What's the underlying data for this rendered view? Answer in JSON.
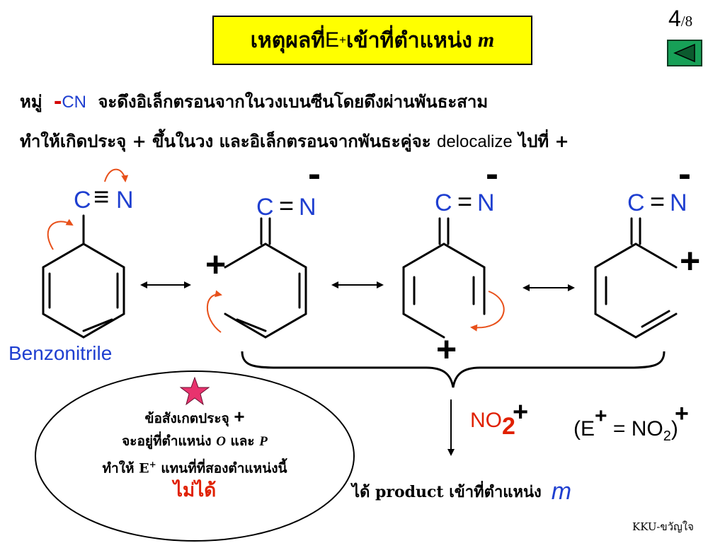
{
  "title": {
    "pre": "เหตุผลที่ ",
    "e": "E",
    "sup": "+",
    "post": " เข้าที่ตำแหน่ง",
    "m": "m"
  },
  "page": {
    "current": "4",
    "total": "/8"
  },
  "line1": {
    "prefix": "หมู่",
    "dash": "-",
    "cn": "CN",
    "text": "จะดึงอิเล็กตรอนจากในวงเบนซีนโดยดึงผ่านพันธะสาม"
  },
  "line2": {
    "part1": "ทำให้เกิดประจุ + ขึ้นในวง และอิเล็กตรอนจากพันธะคู่จะ",
    "word": "delocalize",
    "part2": "ไปที่ +"
  },
  "structures": {
    "c": "C",
    "n": "N",
    "triple_bond": "≡",
    "double_bond": "=",
    "minus": "-",
    "plus": "+"
  },
  "benzonitrile_label": "Benzonitrile",
  "reagent": {
    "base": "NO",
    "sub": "2",
    "charge": "+"
  },
  "equation": {
    "open": "(E",
    "charge": "+",
    "mid": " = NO",
    "sub": "2",
    "close": ")",
    "no2_charge": "+"
  },
  "note": {
    "line1": "ข้อสังเกตประจุ",
    "plus": "+",
    "line2_pre": "จะอยู่ที่ตำแหน่ง",
    "o": "O",
    "and": "และ",
    "p": "P",
    "line3_pre": "ทำให้",
    "e": "E",
    "sup": "+",
    "line3_post": "แทนที่ที่สองตำแหน่งนี้",
    "line4": "ไม่ได้"
  },
  "result": {
    "text": "ได้ product เข้าที่ตำแหน่ง",
    "m": "m"
  },
  "credit": "KKU-ขวัญใจ",
  "colors": {
    "title_bg": "#ffff00",
    "blue": "#1f3fd0",
    "red": "#e02000",
    "arrow_red": "#e8501a",
    "button_green": "#17a057",
    "star": "#e8336e"
  },
  "icons": {
    "back": "back-triangle-icon",
    "star": "star-icon"
  }
}
